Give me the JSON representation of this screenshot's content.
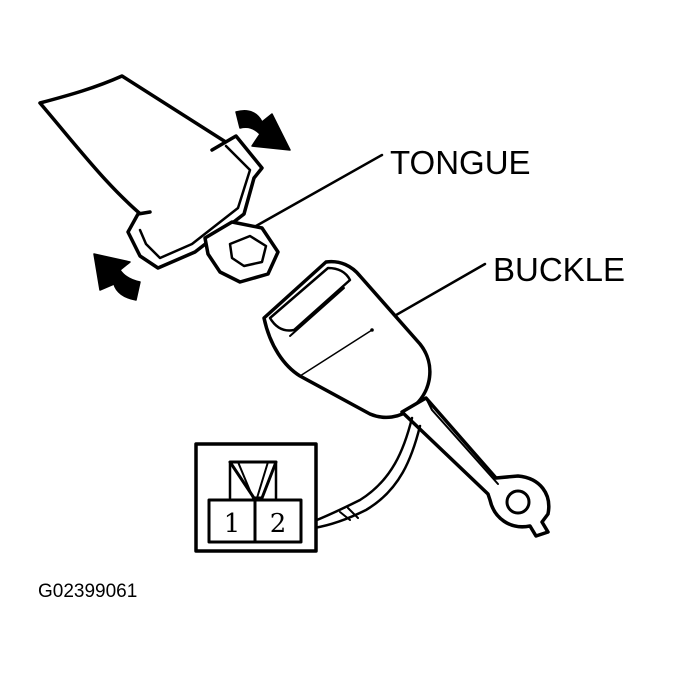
{
  "labels": {
    "tongue": "TONGUE",
    "buckle": "BUCKLE"
  },
  "figure_id": "G02399061",
  "connector": {
    "pin_1": "1",
    "pin_2": "2"
  }
}
